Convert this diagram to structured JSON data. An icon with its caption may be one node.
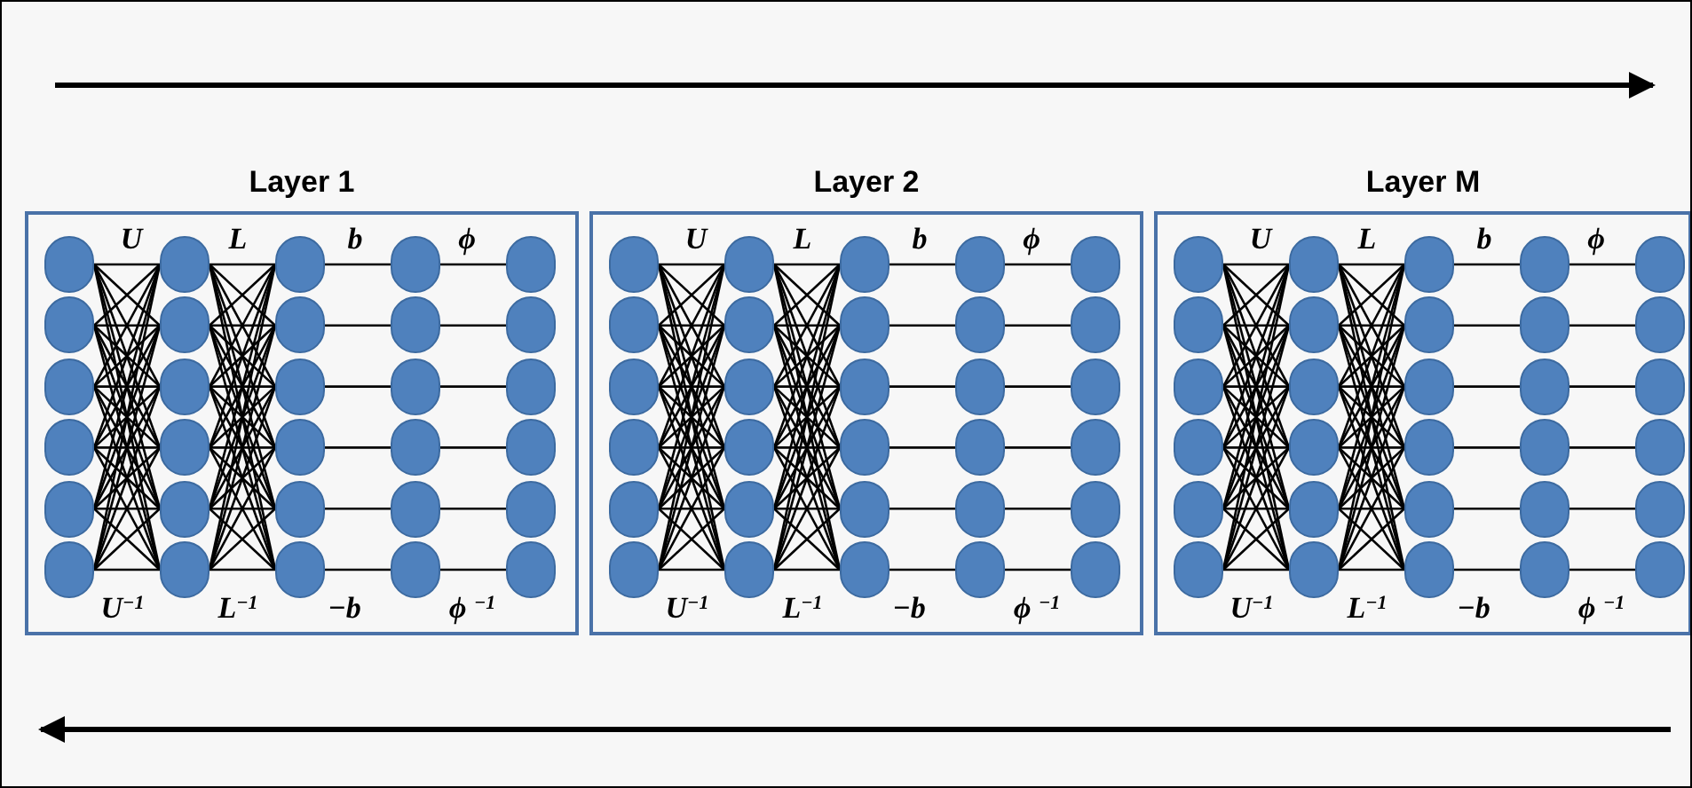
{
  "diagram": {
    "nodes": [
      {
        "text": [
          "Layer 1"
        ]
      },
      {
        "text": [],
        "shape": "circle",
        "in": 0
      },
      {
        "text": [],
        "shape": "circle",
        "in": 0
      },
      {
        "text": [],
        "shape": "circle",
        "in": 0
      },
      {
        "text": [],
        "shape": "circle",
        "in": 0
      },
      {
        "text": [],
        "shape": "circle",
        "in": 0
      },
      {
        "text": [],
        "shape": "circle",
        "in": 0
      },
      {
        "text": [],
        "shape": "circle",
        "in": 0
      },
      {
        "text": [],
        "shape": "circle",
        "in": 0
      },
      {
        "text": [],
        "shape": "circle",
        "in": 0
      },
      {
        "text": [],
        "shape": "circle",
        "in": 0
      },
      {
        "text": [],
        "shape": "circle",
        "in": 0
      },
      {
        "text": [],
        "shape": "circle",
        "in": 0
      },
      {
        "text": [],
        "shape": "circle",
        "in": 0
      },
      {
        "text": [],
        "shape": "circle",
        "in": 0
      },
      {
        "text": [],
        "shape": "circle",
        "in": 0
      },
      {
        "text": [],
        "shape": "circle",
        "in": 0
      },
      {
        "text": [],
        "shape": "circle",
        "in": 0
      },
      {
        "text": [],
        "shape": "circle",
        "in": 0
      },
      {
        "text": [],
        "shape": "circle",
        "in": 0
      },
      {
        "text": [],
        "shape": "circle",
        "in": 0
      },
      {
        "text": [],
        "shape": "circle",
        "in": 0
      },
      {
        "text": [],
        "shape": "circle",
        "in": 0
      },
      {
        "text": [],
        "shape": "circle",
        "in": 0
      },
      {
        "text": [],
        "shape": "circle",
        "in": 0
      },
      {
        "text": [],
        "shape": "circle",
        "in": 0
      },
      {
        "text": [],
        "shape": "circle",
        "in": 0
      },
      {
        "text": [],
        "shape": "circle",
        "in": 0
      },
      {
        "text": [],
        "shape": "circle",
        "in": 0
      },
      {
        "text": [],
        "shape": "circle",
        "in": 0
      },
      {
        "text": [],
        "shape": "circle",
        "in": 0
      },
      {
        "text": [
          "Layer 2"
        ]
      },
      {
        "text": [],
        "shape": "circle",
        "in": 31
      },
      {
        "text": [],
        "shape": "circle",
        "in": 31
      },
      {
        "text": [],
        "shape": "circle",
        "in": 31
      },
      {
        "text": [],
        "shape": "circle",
        "in": 31
      },
      {
        "text": [],
        "shape": "circle",
        "in": 31
      },
      {
        "text": [],
        "shape": "circle",
        "in": 31
      },
      {
        "text": [],
        "shape": "circle",
        "in": 31
      },
      {
        "text": [],
        "shape": "circle",
        "in": 31
      },
      {
        "text": [],
        "shape": "circle",
        "in": 31
      },
      {
        "text": [],
        "shape": "circle",
        "in": 31
      },
      {
        "text": [],
        "shape": "circle",
        "in": 31
      },
      {
        "text": [],
        "shape": "circle",
        "in": 31
      },
      {
        "text": [],
        "shape": "circle",
        "in": 31
      },
      {
        "text": [],
        "shape": "circle",
        "in": 31
      },
      {
        "text": [],
        "shape": "circle",
        "in": 31
      },
      {
        "text": [],
        "shape": "circle",
        "in": 31
      },
      {
        "text": [],
        "shape": "circle",
        "in": 31
      },
      {
        "text": [],
        "shape": "circle",
        "in": 31
      },
      {
        "text": [],
        "shape": "circle",
        "in": 31
      },
      {
        "text": [],
        "shape": "circle",
        "in": 31
      },
      {
        "text": [],
        "shape": "circle",
        "in": 31
      },
      {
        "text": [],
        "shape": "circle",
        "in": 31
      },
      {
        "text": [],
        "shape": "circle",
        "in": 31
      },
      {
        "text": [],
        "shape": "circle",
        "in": 31
      },
      {
        "text": [],
        "shape": "circle",
        "in": 31
      },
      {
        "text": [],
        "shape": "circle",
        "in": 31
      },
      {
        "text": [],
        "shape": "circle",
        "in": 31
      },
      {
        "text": [],
        "shape": "circle",
        "in": 31
      },
      {
        "text": [],
        "shape": "circle",
        "in": 31
      },
      {
        "text": [],
        "shape": "circle",
        "in": 31
      },
      {
        "text": [
          "Layer M"
        ]
      },
      {
        "text": [],
        "shape": "circle",
        "in": 62
      },
      {
        "text": [],
        "shape": "circle",
        "in": 62
      },
      {
        "text": [],
        "shape": "circle",
        "in": 62
      },
      {
        "text": [],
        "shape": "circle",
        "in": 62
      },
      {
        "text": [],
        "shape": "circle",
        "in": 62
      },
      {
        "text": [],
        "shape": "circle",
        "in": 62
      },
      {
        "text": [],
        "shape": "circle",
        "in": 62
      },
      {
        "text": [],
        "shape": "circle",
        "in": 62
      },
      {
        "text": [],
        "shape": "circle",
        "in": 62
      },
      {
        "text": [],
        "shape": "circle",
        "in": 62
      },
      {
        "text": [],
        "shape": "circle",
        "in": 62
      },
      {
        "text": [],
        "shape": "circle",
        "in": 62
      },
      {
        "text": [],
        "shape": "circle",
        "in": 62
      },
      {
        "text": [],
        "shape": "circle",
        "in": 62
      },
      {
        "text": [],
        "shape": "circle",
        "in": 62
      },
      {
        "text": [],
        "shape": "circle",
        "in": 62
      },
      {
        "text": [],
        "shape": "circle",
        "in": 62
      },
      {
        "text": [],
        "shape": "circle",
        "in": 62
      },
      {
        "text": [],
        "shape": "circle",
        "in": 62
      },
      {
        "text": [],
        "shape": "circle",
        "in": 62
      },
      {
        "text": [],
        "shape": "circle",
        "in": 62
      },
      {
        "text": [],
        "shape": "circle",
        "in": 62
      },
      {
        "text": [],
        "shape": "circle",
        "in": 62
      },
      {
        "text": [],
        "shape": "circle",
        "in": 62
      },
      {
        "text": [],
        "shape": "circle",
        "in": 62
      },
      {
        "text": [],
        "shape": "circle",
        "in": 62
      },
      {
        "text": [],
        "shape": "circle",
        "in": 62
      },
      {
        "text": [],
        "shape": "circle",
        "in": 62
      },
      {
        "text": [],
        "shape": "circle",
        "in": 62
      },
      {
        "text": [],
        "shape": "circle",
        "in": 62
      }
    ],
    "edges": [
      {
        "from": 1,
        "to": 7,
        "arrow": "none"
      },
      {
        "from": 1,
        "to": 8,
        "arrow": "none"
      },
      {
        "from": 1,
        "to": 9,
        "arrow": "none"
      },
      {
        "from": 1,
        "to": 10,
        "arrow": "none"
      },
      {
        "from": 1,
        "to": 11,
        "arrow": "none"
      },
      {
        "from": 1,
        "to": 12,
        "arrow": "none"
      },
      {
        "from": 2,
        "to": 7,
        "arrow": "none"
      },
      {
        "from": 2,
        "to": 8,
        "arrow": "none"
      },
      {
        "from": 2,
        "to": 9,
        "arrow": "none"
      },
      {
        "from": 2,
        "to": 10,
        "arrow": "none"
      },
      {
        "from": 2,
        "to": 11,
        "arrow": "none"
      },
      {
        "from": 2,
        "to": 12,
        "arrow": "none"
      },
      {
        "from": 3,
        "to": 7,
        "arrow": "none"
      },
      {
        "from": 3,
        "to": 8,
        "arrow": "none"
      },
      {
        "from": 3,
        "to": 9,
        "arrow": "none"
      },
      {
        "from": 3,
        "to": 10,
        "arrow": "none"
      },
      {
        "from": 3,
        "to": 11,
        "arrow": "none"
      },
      {
        "from": 3,
        "to": 12,
        "arrow": "none"
      },
      {
        "from": 4,
        "to": 7,
        "arrow": "none"
      },
      {
        "from": 4,
        "to": 8,
        "arrow": "none"
      },
      {
        "from": 4,
        "to": 9,
        "arrow": "none"
      },
      {
        "from": 4,
        "to": 10,
        "arrow": "none"
      },
      {
        "from": 4,
        "to": 11,
        "arrow": "none"
      },
      {
        "from": 4,
        "to": 12,
        "arrow": "none"
      },
      {
        "from": 5,
        "to": 7,
        "arrow": "none"
      },
      {
        "from": 5,
        "to": 8,
        "arrow": "none"
      },
      {
        "from": 5,
        "to": 9,
        "arrow": "none"
      },
      {
        "from": 5,
        "to": 10,
        "arrow": "none"
      },
      {
        "from": 5,
        "to": 11,
        "arrow": "none"
      },
      {
        "from": 5,
        "to": 12,
        "arrow": "none"
      },
      {
        "from": 6,
        "to": 7,
        "arrow": "none"
      },
      {
        "from": 6,
        "to": 8,
        "arrow": "none"
      },
      {
        "from": 6,
        "to": 9,
        "arrow": "none"
      },
      {
        "from": 6,
        "to": 10,
        "arrow": "none"
      },
      {
        "from": 6,
        "to": 11,
        "arrow": "none"
      },
      {
        "from": 6,
        "to": 12,
        "arrow": "none"
      },
      {
        "from": 7,
        "to": 13,
        "arrow": "none"
      },
      {
        "from": 7,
        "to": 14,
        "arrow": "none"
      },
      {
        "from": 7,
        "to": 15,
        "arrow": "none"
      },
      {
        "from": 7,
        "to": 16,
        "arrow": "none"
      },
      {
        "from": 7,
        "to": 17,
        "arrow": "none"
      },
      {
        "from": 7,
        "to": 18,
        "arrow": "none"
      },
      {
        "from": 8,
        "to": 13,
        "arrow": "none"
      },
      {
        "from": 8,
        "to": 14,
        "arrow": "none"
      },
      {
        "from": 8,
        "to": 15,
        "arrow": "none"
      },
      {
        "from": 8,
        "to": 16,
        "arrow": "none"
      },
      {
        "from": 8,
        "to": 17,
        "arrow": "none"
      },
      {
        "from": 8,
        "to": 18,
        "arrow": "none"
      },
      {
        "from": 9,
        "to": 13,
        "arrow": "none"
      },
      {
        "from": 9,
        "to": 14,
        "arrow": "none"
      },
      {
        "from": 9,
        "to": 15,
        "arrow": "none"
      },
      {
        "from": 9,
        "to": 16,
        "arrow": "none"
      },
      {
        "from": 9,
        "to": 17,
        "arrow": "none"
      },
      {
        "from": 9,
        "to": 18,
        "arrow": "none"
      },
      {
        "from": 10,
        "to": 13,
        "arrow": "none"
      },
      {
        "from": 10,
        "to": 14,
        "arrow": "none"
      },
      {
        "from": 10,
        "to": 15,
        "arrow": "none"
      },
      {
        "from": 10,
        "to": 16,
        "arrow": "none"
      },
      {
        "from": 10,
        "to": 17,
        "arrow": "none"
      },
      {
        "from": 10,
        "to": 18,
        "arrow": "none"
      },
      {
        "from": 11,
        "to": 13,
        "arrow": "none"
      },
      {
        "from": 11,
        "to": 14,
        "arrow": "none"
      },
      {
        "from": 11,
        "to": 15,
        "arrow": "none"
      },
      {
        "from": 11,
        "to": 16,
        "arrow": "none"
      },
      {
        "from": 11,
        "to": 17,
        "arrow": "none"
      },
      {
        "from": 11,
        "to": 18,
        "arrow": "none"
      },
      {
        "from": 12,
        "to": 13,
        "arrow": "none"
      },
      {
        "from": 12,
        "to": 14,
        "arrow": "none"
      },
      {
        "from": 12,
        "to": 15,
        "arrow": "none"
      },
      {
        "from": 12,
        "to": 16,
        "arrow": "none"
      },
      {
        "from": 12,
        "to": 17,
        "arrow": "none"
      },
      {
        "from": 12,
        "to": 18,
        "arrow": "none"
      },
      {
        "from": 13,
        "to": 19,
        "arrow": "none"
      },
      {
        "from": 14,
        "to": 20,
        "arrow": "none"
      },
      {
        "from": 15,
        "to": 21,
        "arrow": "none"
      },
      {
        "from": 16,
        "to": 22,
        "arrow": "none"
      },
      {
        "from": 17,
        "to": 23,
        "arrow": "none"
      },
      {
        "from": 18,
        "to": 24,
        "arrow": "none"
      },
      {
        "from": 19,
        "to": 25,
        "arrow": "none"
      },
      {
        "from": 20,
        "to": 26,
        "arrow": "none"
      },
      {
        "from": 21,
        "to": 27,
        "arrow": "none"
      },
      {
        "from": 22,
        "to": 28,
        "arrow": "none"
      },
      {
        "from": 23,
        "to": 29,
        "arrow": "none"
      },
      {
        "from": 24,
        "to": 30,
        "arrow": "none"
      },
      {
        "from": 32,
        "to": 38,
        "arrow": "none"
      },
      {
        "from": 32,
        "to": 39,
        "arrow": "none"
      },
      {
        "from": 32,
        "to": 40,
        "arrow": "none"
      },
      {
        "from": 32,
        "to": 41,
        "arrow": "none"
      },
      {
        "from": 32,
        "to": 42,
        "arrow": "none"
      },
      {
        "from": 32,
        "to": 43,
        "arrow": "none"
      },
      {
        "from": 33,
        "to": 38,
        "arrow": "none"
      },
      {
        "from": 33,
        "to": 39,
        "arrow": "none"
      },
      {
        "from": 33,
        "to": 40,
        "arrow": "none"
      },
      {
        "from": 33,
        "to": 41,
        "arrow": "none"
      },
      {
        "from": 33,
        "to": 42,
        "arrow": "none"
      },
      {
        "from": 33,
        "to": 43,
        "arrow": "none"
      },
      {
        "from": 34,
        "to": 38,
        "arrow": "none"
      },
      {
        "from": 34,
        "to": 39,
        "arrow": "none"
      },
      {
        "from": 34,
        "to": 40,
        "arrow": "none"
      },
      {
        "from": 34,
        "to": 41,
        "arrow": "none"
      },
      {
        "from": 34,
        "to": 42,
        "arrow": "none"
      },
      {
        "from": 34,
        "to": 43,
        "arrow": "none"
      },
      {
        "from": 35,
        "to": 38,
        "arrow": "none"
      },
      {
        "from": 35,
        "to": 39,
        "arrow": "none"
      },
      {
        "from": 35,
        "to": 40,
        "arrow": "none"
      },
      {
        "from": 35,
        "to": 41,
        "arrow": "none"
      },
      {
        "from": 35,
        "to": 42,
        "arrow": "none"
      },
      {
        "from": 35,
        "to": 43,
        "arrow": "none"
      },
      {
        "from": 36,
        "to": 38,
        "arrow": "none"
      },
      {
        "from": 36,
        "to": 39,
        "arrow": "none"
      },
      {
        "from": 36,
        "to": 40,
        "arrow": "none"
      },
      {
        "from": 36,
        "to": 41,
        "arrow": "none"
      },
      {
        "from": 36,
        "to": 42,
        "arrow": "none"
      },
      {
        "from": 36,
        "to": 43,
        "arrow": "none"
      },
      {
        "from": 37,
        "to": 38,
        "arrow": "none"
      },
      {
        "from": 37,
        "to": 39,
        "arrow": "none"
      },
      {
        "from": 37,
        "to": 40,
        "arrow": "none"
      },
      {
        "from": 37,
        "to": 41,
        "arrow": "none"
      },
      {
        "from": 37,
        "to": 42,
        "arrow": "none"
      },
      {
        "from": 37,
        "to": 43,
        "arrow": "none"
      },
      {
        "from": 38,
        "to": 44,
        "arrow": "none"
      },
      {
        "from": 38,
        "to": 45,
        "arrow": "none"
      },
      {
        "from": 38,
        "to": 46,
        "arrow": "none"
      },
      {
        "from": 38,
        "to": 47,
        "arrow": "none"
      },
      {
        "from": 38,
        "to": 48,
        "arrow": "none"
      },
      {
        "from": 38,
        "to": 49,
        "arrow": "none"
      },
      {
        "from": 39,
        "to": 44,
        "arrow": "none"
      },
      {
        "from": 39,
        "to": 45,
        "arrow": "none"
      },
      {
        "from": 39,
        "to": 46,
        "arrow": "none"
      },
      {
        "from": 39,
        "to": 47,
        "arrow": "none"
      },
      {
        "from": 39,
        "to": 48,
        "arrow": "none"
      },
      {
        "from": 39,
        "to": 49,
        "arrow": "none"
      },
      {
        "from": 40,
        "to": 44,
        "arrow": "none"
      },
      {
        "from": 40,
        "to": 45,
        "arrow": "none"
      },
      {
        "from": 40,
        "to": 46,
        "arrow": "none"
      },
      {
        "from": 40,
        "to": 47,
        "arrow": "none"
      },
      {
        "from": 40,
        "to": 48,
        "arrow": "none"
      },
      {
        "from": 40,
        "to": 49,
        "arrow": "none"
      },
      {
        "from": 41,
        "to": 44,
        "arrow": "none"
      },
      {
        "from": 41,
        "to": 45,
        "arrow": "none"
      },
      {
        "from": 41,
        "to": 46,
        "arrow": "none"
      },
      {
        "from": 41,
        "to": 47,
        "arrow": "none"
      },
      {
        "from": 41,
        "to": 48,
        "arrow": "none"
      },
      {
        "from": 41,
        "to": 49,
        "arrow": "none"
      },
      {
        "from": 42,
        "to": 44,
        "arrow": "none"
      },
      {
        "from": 42,
        "to": 45,
        "arrow": "none"
      },
      {
        "from": 42,
        "to": 46,
        "arrow": "none"
      },
      {
        "from": 42,
        "to": 47,
        "arrow": "none"
      },
      {
        "from": 42,
        "to": 48,
        "arrow": "none"
      },
      {
        "from": 42,
        "to": 49,
        "arrow": "none"
      },
      {
        "from": 43,
        "to": 44,
        "arrow": "none"
      },
      {
        "from": 43,
        "to": 45,
        "arrow": "none"
      },
      {
        "from": 43,
        "to": 46,
        "arrow": "none"
      },
      {
        "from": 43,
        "to": 47,
        "arrow": "none"
      },
      {
        "from": 43,
        "to": 48,
        "arrow": "none"
      },
      {
        "from": 43,
        "to": 49,
        "arrow": "none"
      },
      {
        "from": 44,
        "to": 50,
        "arrow": "none"
      },
      {
        "from": 45,
        "to": 51,
        "arrow": "none"
      },
      {
        "from": 46,
        "to": 52,
        "arrow": "none"
      },
      {
        "from": 47,
        "to": 53,
        "arrow": "none"
      },
      {
        "from": 48,
        "to": 54,
        "arrow": "none"
      },
      {
        "from": 49,
        "to": 55,
        "arrow": "none"
      },
      {
        "from": 50,
        "to": 56,
        "arrow": "none"
      },
      {
        "from": 51,
        "to": 57,
        "arrow": "none"
      },
      {
        "from": 52,
        "to": 58,
        "arrow": "none"
      },
      {
        "from": 53,
        "to": 59,
        "arrow": "none"
      },
      {
        "from": 54,
        "to": 60,
        "arrow": "none"
      },
      {
        "from": 55,
        "to": 61,
        "arrow": "none"
      },
      {
        "from": 63,
        "to": 69,
        "arrow": "none"
      },
      {
        "from": 63,
        "to": 70,
        "arrow": "none"
      },
      {
        "from": 63,
        "to": 71,
        "arrow": "none"
      },
      {
        "from": 63,
        "to": 72,
        "arrow": "none"
      },
      {
        "from": 63,
        "to": 73,
        "arrow": "none"
      },
      {
        "from": 63,
        "to": 74,
        "arrow": "none"
      },
      {
        "from": 64,
        "to": 69,
        "arrow": "none"
      },
      {
        "from": 64,
        "to": 70,
        "arrow": "none"
      },
      {
        "from": 64,
        "to": 71,
        "arrow": "none"
      },
      {
        "from": 64,
        "to": 72,
        "arrow": "none"
      },
      {
        "from": 64,
        "to": 73,
        "arrow": "none"
      },
      {
        "from": 64,
        "to": 74,
        "arrow": "none"
      },
      {
        "from": 65,
        "to": 69,
        "arrow": "none"
      },
      {
        "from": 65,
        "to": 70,
        "arrow": "none"
      },
      {
        "from": 65,
        "to": 71,
        "arrow": "none"
      },
      {
        "from": 65,
        "to": 72,
        "arrow": "none"
      },
      {
        "from": 65,
        "to": 73,
        "arrow": "none"
      },
      {
        "from": 65,
        "to": 74,
        "arrow": "none"
      },
      {
        "from": 66,
        "to": 69,
        "arrow": "none"
      },
      {
        "from": 66,
        "to": 70,
        "arrow": "none"
      },
      {
        "from": 66,
        "to": 71,
        "arrow": "none"
      },
      {
        "from": 66,
        "to": 72,
        "arrow": "none"
      },
      {
        "from": 66,
        "to": 73,
        "arrow": "none"
      },
      {
        "from": 66,
        "to": 74,
        "arrow": "none"
      },
      {
        "from": 67,
        "to": 69,
        "arrow": "none"
      },
      {
        "from": 67,
        "to": 70,
        "arrow": "none"
      },
      {
        "from": 67,
        "to": 71,
        "arrow": "none"
      },
      {
        "from": 67,
        "to": 72,
        "arrow": "none"
      },
      {
        "from": 67,
        "to": 73,
        "arrow": "none"
      },
      {
        "from": 67,
        "to": 74,
        "arrow": "none"
      },
      {
        "from": 68,
        "to": 69,
        "arrow": "none"
      },
      {
        "from": 68,
        "to": 70,
        "arrow": "none"
      },
      {
        "from": 68,
        "to": 71,
        "arrow": "none"
      },
      {
        "from": 68,
        "to": 72,
        "arrow": "none"
      },
      {
        "from": 68,
        "to": 73,
        "arrow": "none"
      },
      {
        "from": 68,
        "to": 74,
        "arrow": "none"
      },
      {
        "from": 69,
        "to": 75,
        "arrow": "none"
      },
      {
        "from": 69,
        "to": 76,
        "arrow": "none"
      },
      {
        "from": 69,
        "to": 77,
        "arrow": "none"
      },
      {
        "from": 69,
        "to": 78,
        "arrow": "none"
      },
      {
        "from": 69,
        "to": 79,
        "arrow": "none"
      },
      {
        "from": 69,
        "to": 80,
        "arrow": "none"
      },
      {
        "from": 70,
        "to": 75,
        "arrow": "none"
      },
      {
        "from": 70,
        "to": 76,
        "arrow": "none"
      },
      {
        "from": 70,
        "to": 77,
        "arrow": "none"
      },
      {
        "from": 70,
        "to": 78,
        "arrow": "none"
      },
      {
        "from": 70,
        "to": 79,
        "arrow": "none"
      },
      {
        "from": 70,
        "to": 80,
        "arrow": "none"
      },
      {
        "from": 71,
        "to": 75,
        "arrow": "none"
      },
      {
        "from": 71,
        "to": 76,
        "arrow": "none"
      },
      {
        "from": 71,
        "to": 77,
        "arrow": "none"
      },
      {
        "from": 71,
        "to": 78,
        "arrow": "none"
      },
      {
        "from": 71,
        "to": 79,
        "arrow": "none"
      },
      {
        "from": 71,
        "to": 80,
        "arrow": "none"
      },
      {
        "from": 72,
        "to": 75,
        "arrow": "none"
      },
      {
        "from": 72,
        "to": 76,
        "arrow": "none"
      },
      {
        "from": 72,
        "to": 77,
        "arrow": "none"
      },
      {
        "from": 72,
        "to": 78,
        "arrow": "none"
      },
      {
        "from": 72,
        "to": 79,
        "arrow": "none"
      },
      {
        "from": 72,
        "to": 80,
        "arrow": "none"
      },
      {
        "from": 73,
        "to": 75,
        "arrow": "none"
      },
      {
        "from": 73,
        "to": 76,
        "arrow": "none"
      },
      {
        "from": 73,
        "to": 77,
        "arrow": "none"
      },
      {
        "from": 73,
        "to": 78,
        "arrow": "none"
      },
      {
        "from": 73,
        "to": 79,
        "arrow": "none"
      },
      {
        "from": 73,
        "to": 80,
        "arrow": "none"
      },
      {
        "from": 74,
        "to": 75,
        "arrow": "none"
      },
      {
        "from": 74,
        "to": 76,
        "arrow": "none"
      },
      {
        "from": 74,
        "to": 77,
        "arrow": "none"
      },
      {
        "from": 74,
        "to": 78,
        "arrow": "none"
      },
      {
        "from": 74,
        "to": 79,
        "arrow": "none"
      },
      {
        "from": 74,
        "to": 80,
        "arrow": "none"
      },
      {
        "from": 75,
        "to": 81,
        "arrow": "none"
      },
      {
        "from": 76,
        "to": 82,
        "arrow": "none"
      },
      {
        "from": 77,
        "to": 83,
        "arrow": "none"
      },
      {
        "from": 78,
        "to": 84,
        "arrow": "none"
      },
      {
        "from": 79,
        "to": 85,
        "arrow": "none"
      },
      {
        "from": 80,
        "to": 86,
        "arrow": "none"
      },
      {
        "from": 81,
        "to": 87,
        "arrow": "none"
      },
      {
        "from": 82,
        "to": 88,
        "arrow": "none"
      },
      {
        "from": 83,
        "to": 89,
        "arrow": "none"
      },
      {
        "from": 84,
        "to": 90,
        "arrow": "none"
      },
      {
        "from": 85,
        "to": 91,
        "arrow": "none"
      },
      {
        "from": 86,
        "to": 92,
        "arrow": "none"
      }
    ],
    "labels": [
      "U",
      "L",
      "b",
      "ϕ",
      "U",
      "L",
      "b",
      "ϕ",
      "U",
      "L",
      "b",
      "ϕ",
      "U$^{−1}$",
      "L$^{−1}$",
      "−b",
      "ϕ $^{−1}$",
      "U$^{−1}$",
      "L$^{−1}$",
      "−b",
      "ϕ $^{−1}$",
      "U$^{−1}$",
      "L$^{−1}$",
      "−b",
      "ϕ $^{−1}$"
    ]
  }
}
